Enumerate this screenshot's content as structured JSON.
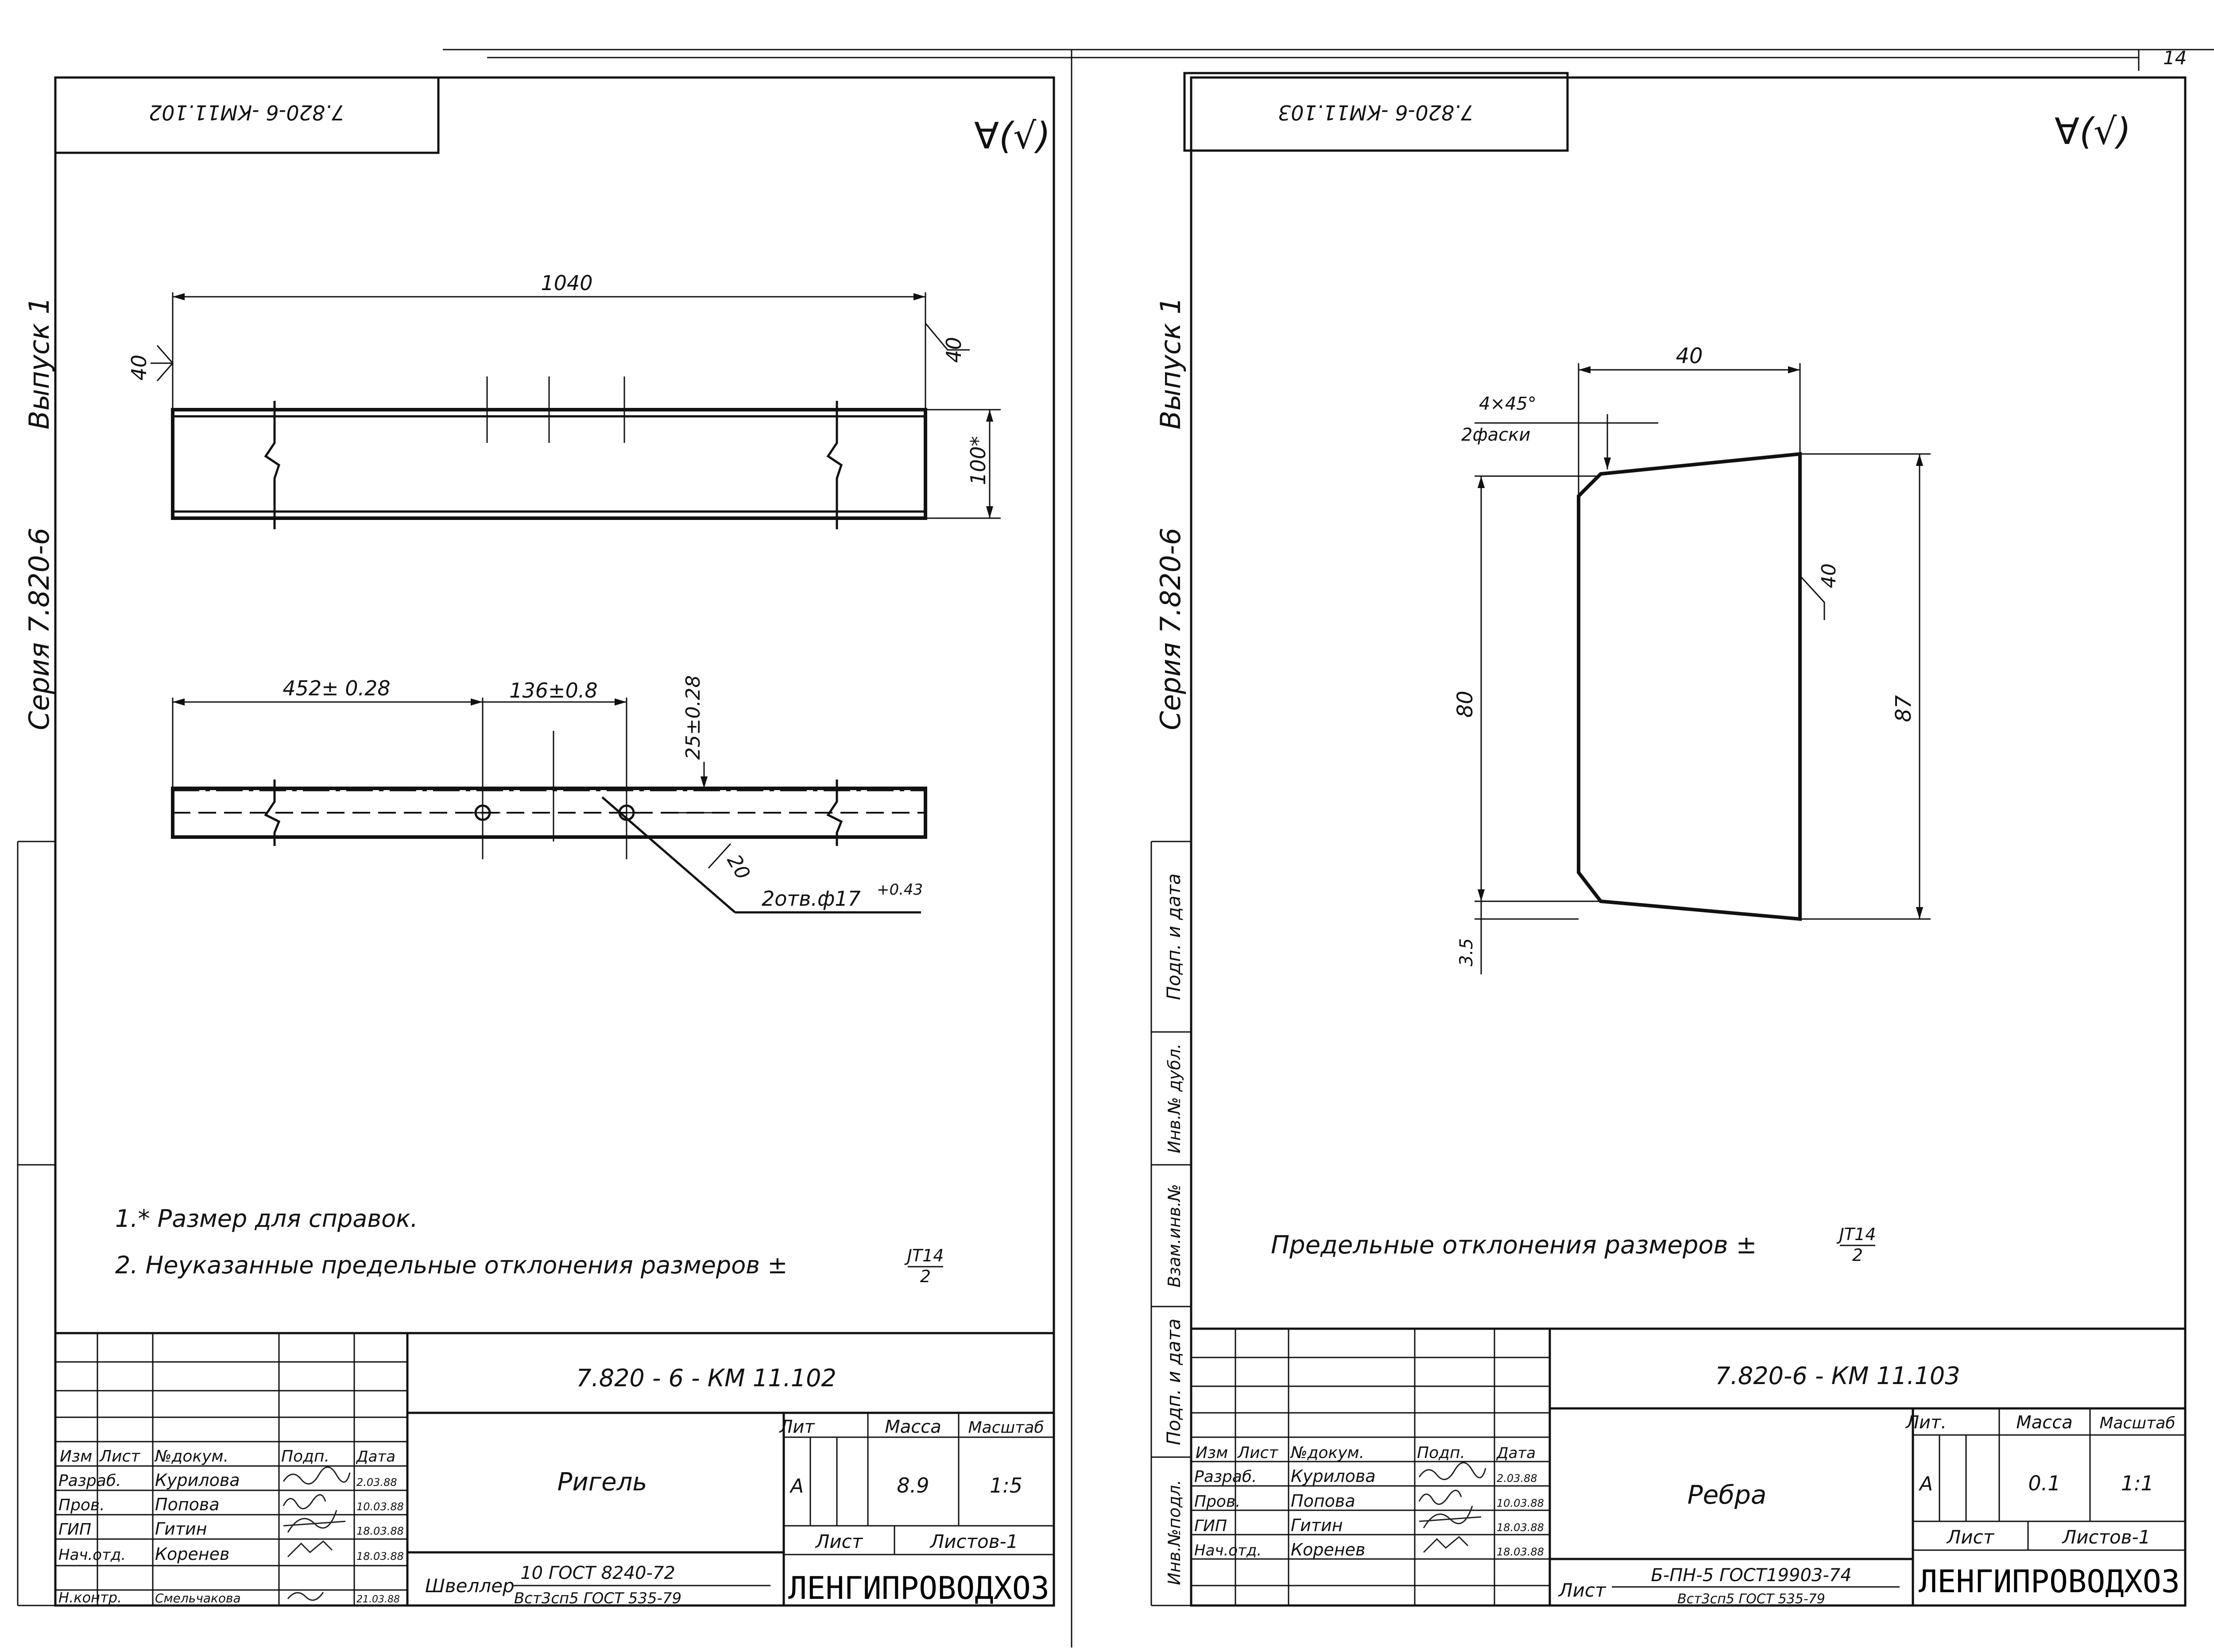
{
  "page_number": "14",
  "sheet_left": {
    "code_stamp": "7.820-6 -КМ11.102",
    "roughness": "∀(√)",
    "series": "Серия 7.820-6",
    "issue": "Выпуск 1",
    "dims": {
      "length": "1040",
      "weld_left": "40",
      "weld_right": "40",
      "height": "100*",
      "hole_pos": "452± 0.28",
      "hole_spacing": "136±0.8",
      "hole_offset": "25±0.28",
      "hole_weld": "20",
      "holes": "2отв.ф17",
      "holes_tol": "+0.43"
    },
    "notes": [
      "1.* Размер для справок.",
      "2. Неуказанные предельные отклонения размеров ±"
    ],
    "tolerance": {
      "num": "JT14",
      "den": "2"
    },
    "title_block": {
      "designation": "7.820 - 6 - КМ 11.102",
      "name": "Ригель",
      "headers": [
        "Изм",
        "Лист",
        "№докум.",
        "Подп.",
        "Дата"
      ],
      "rows": [
        {
          "role": "Разраб.",
          "name": "Курилова",
          "date": "2.03.88"
        },
        {
          "role": "Пров.",
          "name": "Попова",
          "date": "10.03.88"
        },
        {
          "role": "ГИП",
          "name": "Гитин",
          "date": "18.03.88"
        },
        {
          "role": "Нач.отд.",
          "name": "Коренев",
          "date": "18.03.88"
        },
        {
          "role": "Н.контр.",
          "name": "Смельчакова",
          "date": "21.03.88"
        }
      ],
      "lit_label": "Лит",
      "mass_label": "Масса",
      "scale_label": "Масштаб",
      "lit": "А",
      "mass": "8.9",
      "scale": "1:5",
      "sheet_label": "Лист",
      "sheets_label": "Листов-1",
      "material_prefix": "Швеллер",
      "material_top": "10  ГОСТ 8240-72",
      "material_bottom": "Вст3сп5 ГОСТ 535-79",
      "org": "ЛЕНГИПРОВОДХОЗ"
    }
  },
  "sheet_right": {
    "code_stamp": "7.820-6 -КМ11.103",
    "roughness": "∀(√)",
    "series": "Серия 7.820-6",
    "issue": "Выпуск 1",
    "side_labels": [
      "Подп. и дата",
      "Инв.№ дубл.",
      "Взам.инв.№",
      "Подп. и дата",
      "Инв.№подл."
    ],
    "dims": {
      "width": "40",
      "chamfer": "4×45°",
      "chamfer_note": "2фаски",
      "weld": "40",
      "left_height": "80",
      "right_height": "87",
      "bottom": "3.5"
    },
    "note": "Предельные отклонения размеров ±",
    "tolerance": {
      "num": "JT14",
      "den": "2"
    },
    "title_block": {
      "designation": "7.820-6 - КМ 11.103",
      "name": "Ребра",
      "headers": [
        "Изм",
        "Лист",
        "№докум.",
        "Подп.",
        "Дата"
      ],
      "rows": [
        {
          "role": "Разраб.",
          "name": "Курилова",
          "date": "2.03.88"
        },
        {
          "role": "Пров.",
          "name": "Попова",
          "date": "10.03.88"
        },
        {
          "role": "ГИП",
          "name": "Гитин",
          "date": "18.03.88"
        },
        {
          "role": "Нач.отд.",
          "name": "Коренев",
          "date": "18.03.88"
        }
      ],
      "lit_label": "Лит.",
      "mass_label": "Масса",
      "scale_label": "Масштаб",
      "lit": "А",
      "mass": "0.1",
      "scale": "1:1",
      "sheet_label": "Лист",
      "sheets_label": "Листов-1",
      "material_prefix": "Лист",
      "material_top": "Б-ПН-5 ГОСТ19903-74",
      "material_bottom": "Вст3сп5 ГОСТ 535-79",
      "org": "ЛЕНГИПРОВОДХОЗ"
    }
  }
}
